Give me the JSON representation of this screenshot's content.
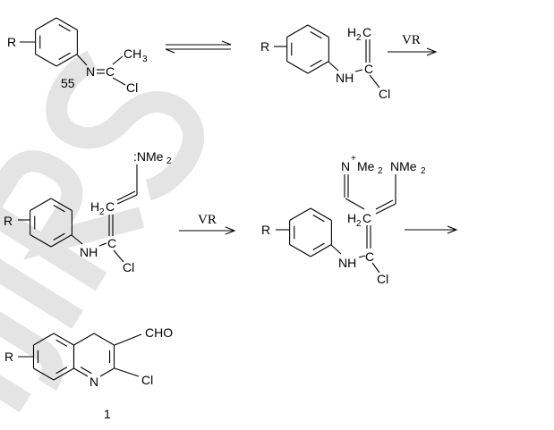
{
  "watermark": "IJIRSET",
  "molecule_55": {
    "r": "R",
    "n": "N",
    "c": "C",
    "ch": "CH",
    "ch_sub": "3",
    "cl": "Cl",
    "label": "55"
  },
  "molecule_enamine": {
    "r": "R",
    "nh": "NH",
    "h2c_h": "H",
    "h2c_sub": "2",
    "h2c_c": "C",
    "c": "C",
    "cl": "Cl"
  },
  "molecule_3": {
    "r": "R",
    "nh": "NH",
    "h2c_h": "H",
    "h2c_sub": "2",
    "h2c_c": "C",
    "c": "C",
    "cl": "Cl",
    "nme2": ":NMe",
    "nme2_sub": "2"
  },
  "molecule_4": {
    "r": "R",
    "nh": "NH",
    "h2c_h": "H",
    "h2c_sub": "2",
    "h2c_c": "C",
    "c": "C",
    "cl": "Cl",
    "iminium": "N",
    "iminium_charge": "+",
    "iminium_me": "Me",
    "iminium_sub": "2",
    "nme2": "NMe",
    "nme2_sub": "2"
  },
  "product": {
    "r": "R",
    "n": "N",
    "cl": "Cl",
    "cho": "CHO",
    "label": "1"
  },
  "arrows": {
    "reagent_1": "VR",
    "reagent_2": "VR"
  }
}
